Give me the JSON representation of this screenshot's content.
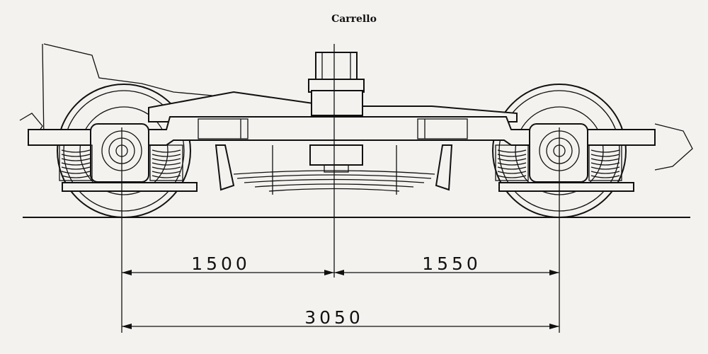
{
  "title": "Carrello",
  "dimensions": {
    "left": "1500",
    "right": "1550",
    "total": "3050"
  },
  "colors": {
    "line": "#111111",
    "paper": "#f4f2ef"
  }
}
